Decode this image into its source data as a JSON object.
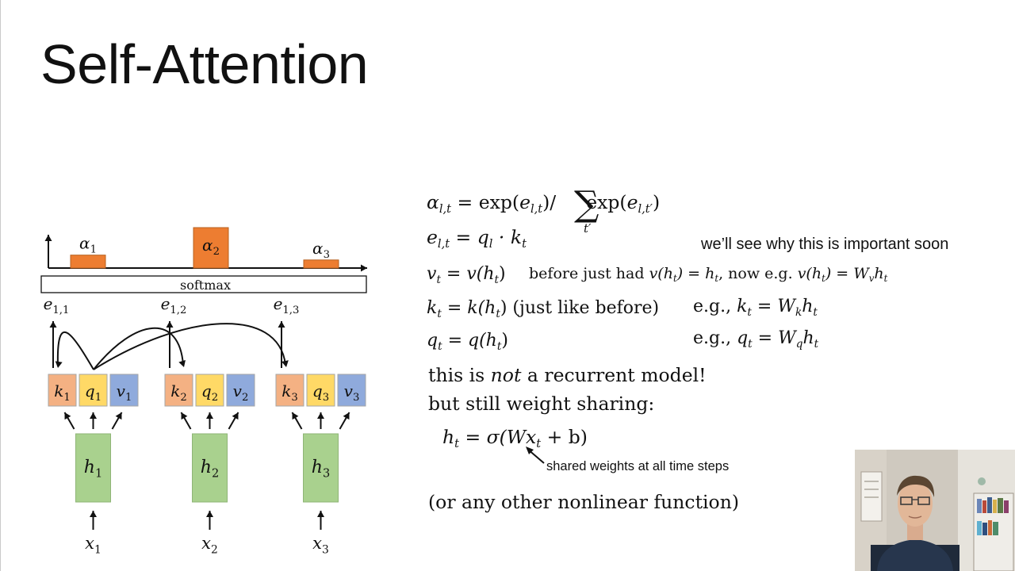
{
  "slide": {
    "title": "Self-Attention"
  },
  "diagram": {
    "alphas": [
      {
        "label_sym": "α",
        "label_sub": "1",
        "weight": 0.16
      },
      {
        "label_sym": "α",
        "label_sub": "2",
        "weight": 0.5
      },
      {
        "label_sym": "α",
        "label_sub": "3",
        "weight": 0.1
      }
    ],
    "softmax_label": "softmax",
    "energies": [
      {
        "sym": "e",
        "sub": "1,1"
      },
      {
        "sym": "e",
        "sub": "1,2"
      },
      {
        "sym": "e",
        "sub": "1,3"
      }
    ],
    "steps": [
      {
        "k": "k",
        "q": "q",
        "v": "v",
        "h": "h",
        "x": "x",
        "sub": "1"
      },
      {
        "k": "k",
        "q": "q",
        "v": "v",
        "h": "h",
        "x": "x",
        "sub": "2"
      },
      {
        "k": "k",
        "q": "q",
        "v": "v",
        "h": "h",
        "x": "x",
        "sub": "3"
      }
    ],
    "colors": {
      "alpha_bar": "#ed7d31",
      "key_box": "#f4b183",
      "query_box": "#ffd966",
      "value_box": "#8faadc",
      "hidden_box": "#a9d18e"
    }
  },
  "equations": {
    "line1": {
      "lhs_sym": "α",
      "lhs_sub": "l,t",
      "eq": "=",
      "exp1": "exp(",
      "e1": "e",
      "e1_sub": "l,t",
      "slash": ")/",
      "sum_symbol": "∑",
      "sum_sub": "t′",
      "exp2": "exp(",
      "e2": "e",
      "e2_sub": "l,t′",
      "close": ")"
    },
    "line2": {
      "lhs": "e",
      "lhs_sub": "l,t",
      "rhs": "= q",
      "rhs_sub1": "l",
      "dot": " · k",
      "rhs_sub2": "t"
    },
    "note_important": "we’ll see why this is important soon",
    "line3": {
      "lhs": "v",
      "lhs_sub": "t",
      "rhs_a": " = v(h",
      "rhs_a_sub": "t",
      "rhs_b": ")",
      "comment_a": "before just had ",
      "comment_b": "v(h",
      "comment_b_sub": "t",
      "comment_c": ") = h",
      "comment_c_sub": "t",
      "comment_d": ", now e.g. ",
      "comment_e": "v(h",
      "comment_e_sub": "t",
      "comment_f": ") = W",
      "comment_f_sub": "v",
      "comment_g": "h",
      "comment_g_sub": "t"
    },
    "line4": {
      "lhs": "k",
      "lhs_sub": "t",
      "rhs_a": " = k(h",
      "rhs_a_sub": "t",
      "rhs_b": ")",
      "comment": " (just like before)",
      "eg": "e.g., ",
      "eg_a": "k",
      "eg_a_sub": "t",
      "eg_b": " = W",
      "eg_b_sub": "k",
      "eg_c": "h",
      "eg_c_sub": "t"
    },
    "line5": {
      "lhs": "q",
      "lhs_sub": "t",
      "rhs_a": " = q(h",
      "rhs_a_sub": "t",
      "rhs_b": ")",
      "eg": "e.g., ",
      "eg_a": "q",
      "eg_a_sub": "t",
      "eg_b": " = W",
      "eg_b_sub": "q",
      "eg_c": "h",
      "eg_c_sub": "t"
    },
    "not_recurrent_a": "this is ",
    "not_recurrent_b": "not",
    "not_recurrent_c": " a recurrent model!",
    "weight_sharing": "but still weight sharing:",
    "line6": {
      "lhs": "h",
      "lhs_sub": "t",
      "rhs_a": " = σ(Wx",
      "rhs_a_sub": "t",
      "rhs_b": " + b)"
    },
    "shared_weights_note": "shared weights at all time steps",
    "nonlinear_note": "(or any other nonlinear function)"
  },
  "webcam": {
    "description_icon": "presenter-video-icon"
  }
}
